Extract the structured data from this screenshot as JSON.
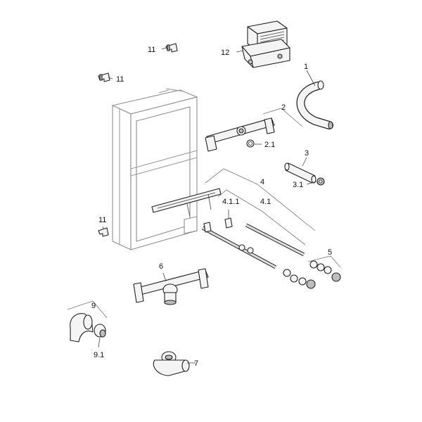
{
  "callouts": {
    "c1": "1",
    "c2": "2",
    "c2_1": "2.1",
    "c3": "3",
    "c3_1": "3.1",
    "c4": "4",
    "c4_1": "4.1",
    "c4_1_1": "4.1.1",
    "c5": "5",
    "c6": "6",
    "c7": "7",
    "c9": "9",
    "c9_1": "9.1",
    "c11_top": "11",
    "c11_left": "11",
    "c11_mid": "11",
    "c12": "12"
  },
  "colors": {
    "line": "#222222",
    "frame": "#8e8e8e",
    "shade": "#bdbdbd"
  }
}
